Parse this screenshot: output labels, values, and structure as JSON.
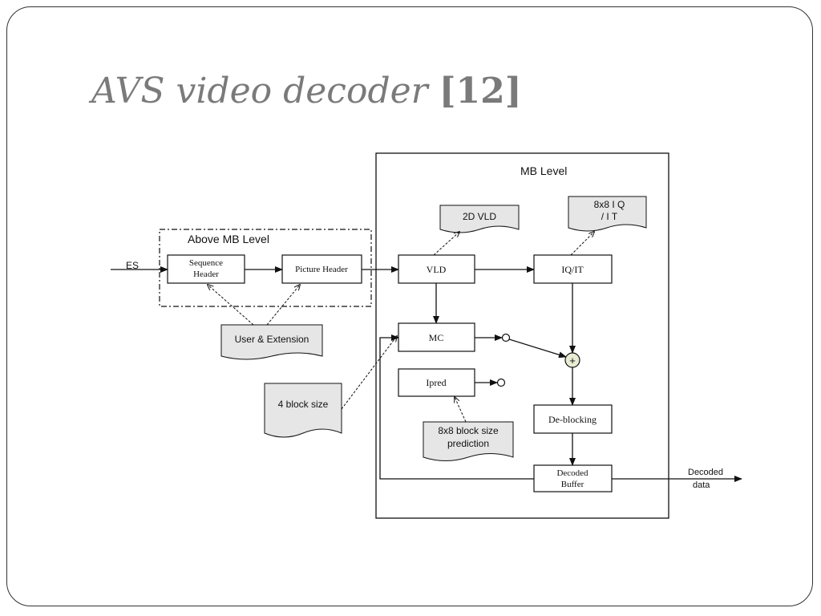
{
  "slide": {
    "title_main": "AVS video decoder",
    "title_ref": "[12]"
  },
  "diagram": {
    "mb_level_label": "MB Level",
    "above_mb_label": "Above MB Level",
    "es_label": "ES",
    "blocks": {
      "sequence_header": [
        "Sequence",
        "Header"
      ],
      "picture_header": "Picture Header",
      "vld": "VLD",
      "iq_it": "IQ/IT",
      "mc": "MC",
      "ipred": "Ipred",
      "deblocking": "De-blocking",
      "decoded_buffer": [
        "Decoded",
        "Buffer"
      ]
    },
    "notes": {
      "vld_2d": "2D VLD",
      "iq_8x8": [
        "8x8 I Q",
        "/ I T"
      ],
      "user_extension": "User & Extension",
      "block_size_4": "4 block size",
      "prediction_8x8": [
        "8x8 block size",
        "prediction"
      ]
    },
    "output_label": [
      "Decoded",
      "data"
    ],
    "adder_symbol": "+"
  },
  "colors": {
    "line": "#111111",
    "note_fill": "#e6e6e6",
    "adder_fill": "#e8ecd2",
    "title": "#7a7a7a"
  }
}
